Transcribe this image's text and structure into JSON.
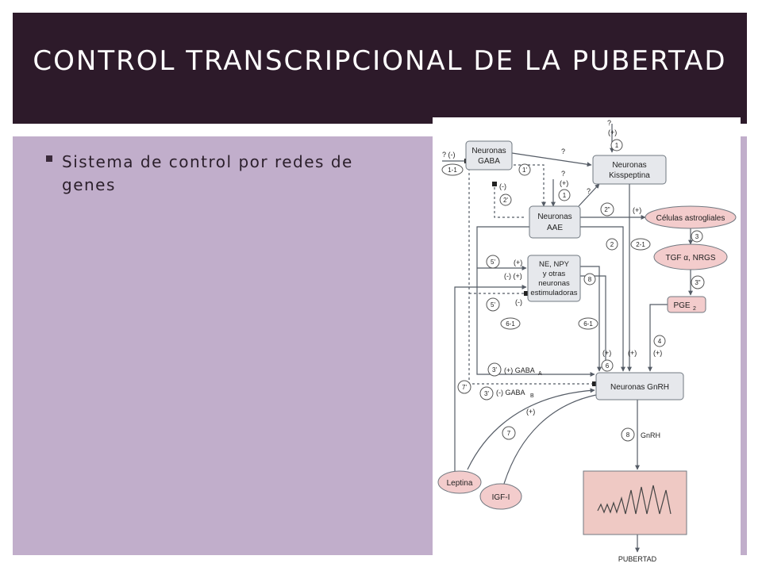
{
  "slide": {
    "title": "CONTROL TRANSCRIPCIONAL DE LA PUBERTAD",
    "bullet": "Sistema de control por redes de genes"
  },
  "diagram": {
    "nodes": {
      "gaba": [
        "Neuronas",
        "GABA"
      ],
      "kiss": [
        "Neuronas",
        "Kisspeptina"
      ],
      "aae": [
        "Neuronas",
        "AAE"
      ],
      "astro": "Células astrogliales",
      "tgf": "TGF α, NRGS",
      "ne": [
        "NE, NPY",
        "y otras",
        "neuronas",
        "estimuladoras"
      ],
      "pge": "PGE",
      "pge_sub": "2",
      "gnrh": "Neuronas GnRH",
      "leptina": "Leptina",
      "igf": "IGF-I",
      "pubertad": "PUBERTAD"
    },
    "labels": {
      "q_top": "?",
      "plus_top": "(+)",
      "n1_top": "1",
      "gaba_in": "? (-)",
      "n11": "1-1",
      "n1p": "1'",
      "q_gk": "?",
      "q_mid": "?",
      "plus_mid": "(+)",
      "n1_mid": "1",
      "minus_gaba": "(-)",
      "n2p": "2'",
      "q_ak": "?",
      "n2pp": "2\"",
      "plus_astro": "(+)",
      "n3": "3",
      "n3p": "3\"",
      "n2": "2",
      "n21": "2-1",
      "n5p_a": "5'",
      "plus_ne": "(+)",
      "mp_ne": "(-) (+)",
      "n8_ne": "8",
      "n5p_b": "5'",
      "minus_ne": "(-)",
      "n61_a": "6-1",
      "n61_b": "6-1",
      "n4": "4",
      "plus_pge": "(+)",
      "plus_6": "(+)",
      "plus_2": "(+)",
      "n6": "6",
      "n3p_a": "3'",
      "gaba_a": "(+) GABA",
      "gaba_a_sub": "A",
      "n7p": "7'",
      "n3p_b": "3'",
      "gaba_b": "(-) GABA",
      "gaba_b_sub": "B",
      "plus_7": "(+)",
      "n7": "7",
      "n8": "8",
      "gnrh_out": "GnRH"
    },
    "colors": {
      "node_fill": "#e6e8ec",
      "node_stroke": "#707880",
      "oval_fill": "#f3cccc",
      "pulse_fill": "#efc9c4",
      "line": "#555c66"
    }
  }
}
